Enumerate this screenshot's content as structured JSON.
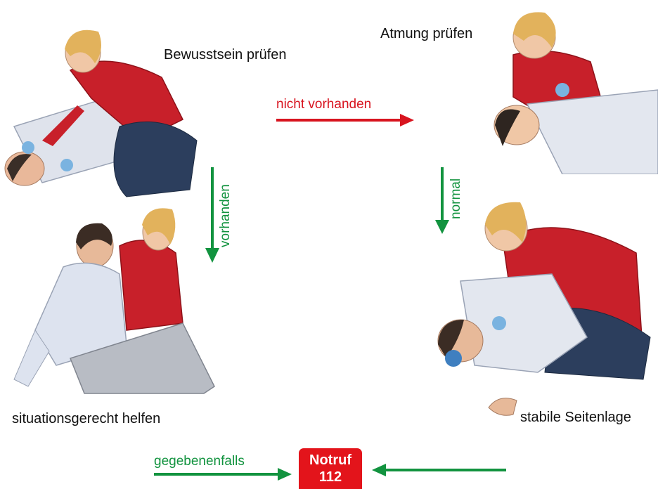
{
  "steps": {
    "check_consciousness": "Bewusstsein prüfen",
    "check_breathing": "Atmung prüfen",
    "help_situationally": "situationsgerecht helfen",
    "recovery_position": "stabile Seitenlage"
  },
  "arrows": {
    "absent": "nicht vorhanden",
    "present": "vorhanden",
    "normal": "normal",
    "if_applicable": "gegebenenfalls"
  },
  "emergency": {
    "line1": "Notruf",
    "line2": "112"
  },
  "colors": {
    "red": "#d8141f",
    "green": "#12933f",
    "badge": "#e3141b"
  }
}
